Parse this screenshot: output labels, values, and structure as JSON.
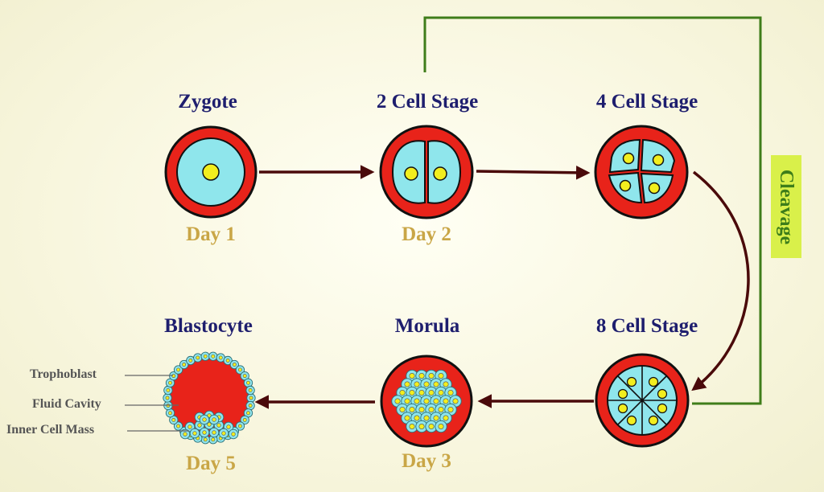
{
  "stages": [
    {
      "title": "Zygote",
      "day": "Day 1"
    },
    {
      "title": "2 Cell Stage",
      "day": "Day 2"
    },
    {
      "title": "4 Cell Stage",
      "day": ""
    },
    {
      "title": "8 Cell Stage",
      "day": ""
    },
    {
      "title": "Morula",
      "day": "Day 3"
    },
    {
      "title": "Blastocyte",
      "day": "Day 5"
    }
  ],
  "blastocyte_parts": [
    "Trophoblast",
    "Fluid Cavity",
    "Inner Cell Mass"
  ],
  "cleavage_label": "Cleavage",
  "colors": {
    "zona": "#e8231a",
    "cell": "#8fe6ec",
    "nucleus": "#f2ee1e",
    "arrow": "#4a0a0a",
    "bracket": "#3f7d1a",
    "cleavage_bg": "#d9f04a",
    "title": "#1e1e6e",
    "day": "#c9a646"
  }
}
